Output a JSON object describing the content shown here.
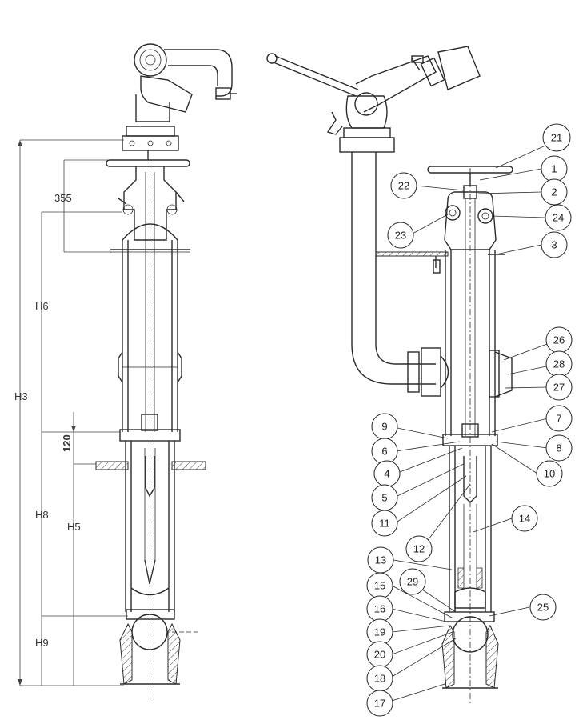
{
  "dimensions": [
    {
      "id": "dim-355",
      "label": "355"
    },
    {
      "id": "dim-h6",
      "label": "H6"
    },
    {
      "id": "dim-h3",
      "label": "H3"
    },
    {
      "id": "dim-120",
      "label": "120"
    },
    {
      "id": "dim-h8",
      "label": "H8"
    },
    {
      "id": "dim-h5",
      "label": "H5"
    },
    {
      "id": "dim-h9",
      "label": "H9"
    }
  ],
  "balloons": [
    "21",
    "1",
    "22",
    "2",
    "23",
    "24",
    "3",
    "26",
    "28",
    "27",
    "9",
    "7",
    "6",
    "8",
    "4",
    "10",
    "5",
    "11",
    "14",
    "12",
    "13",
    "29",
    "15",
    "25",
    "16",
    "19",
    "20",
    "18",
    "17"
  ]
}
